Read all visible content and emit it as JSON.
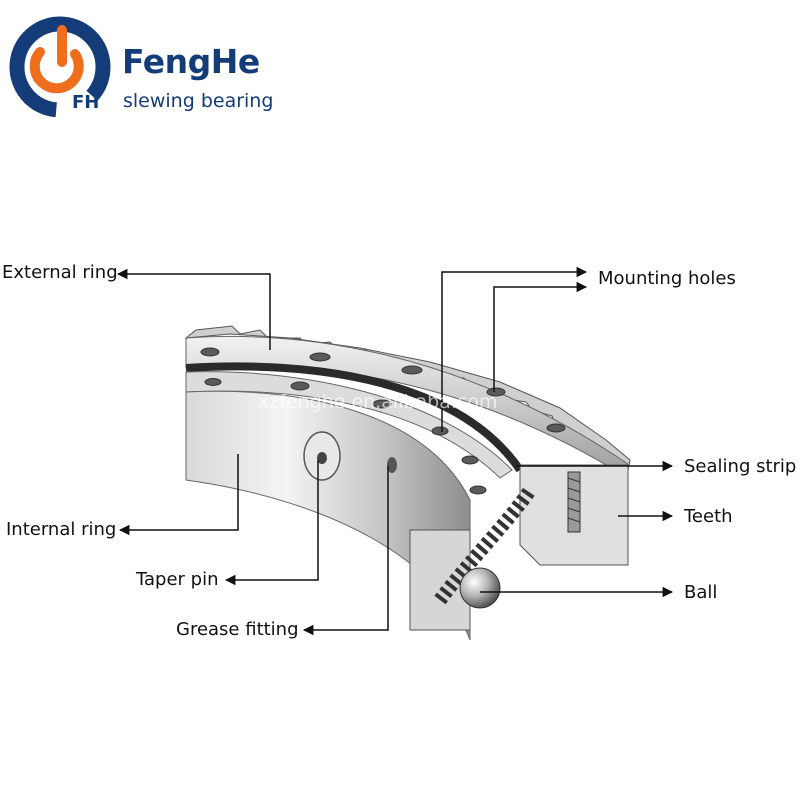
{
  "brand": {
    "name": "FengHe",
    "tagline": "slewing bearing",
    "logo_letters": "FH",
    "colors": {
      "primary": "#143c78",
      "accent": "#ee6e1e"
    }
  },
  "watermark": "xzfenghe.en.alibaba.com",
  "labels": {
    "external_ring": "External ring",
    "mounting_holes": "Mounting holes",
    "sealing_strip": "Sealing strip",
    "teeth": "Teeth",
    "internal_ring": "Internal ring",
    "taper_pin": "Taper pin",
    "ball": "Ball",
    "grease_fitting": "Grease fitting"
  }
}
